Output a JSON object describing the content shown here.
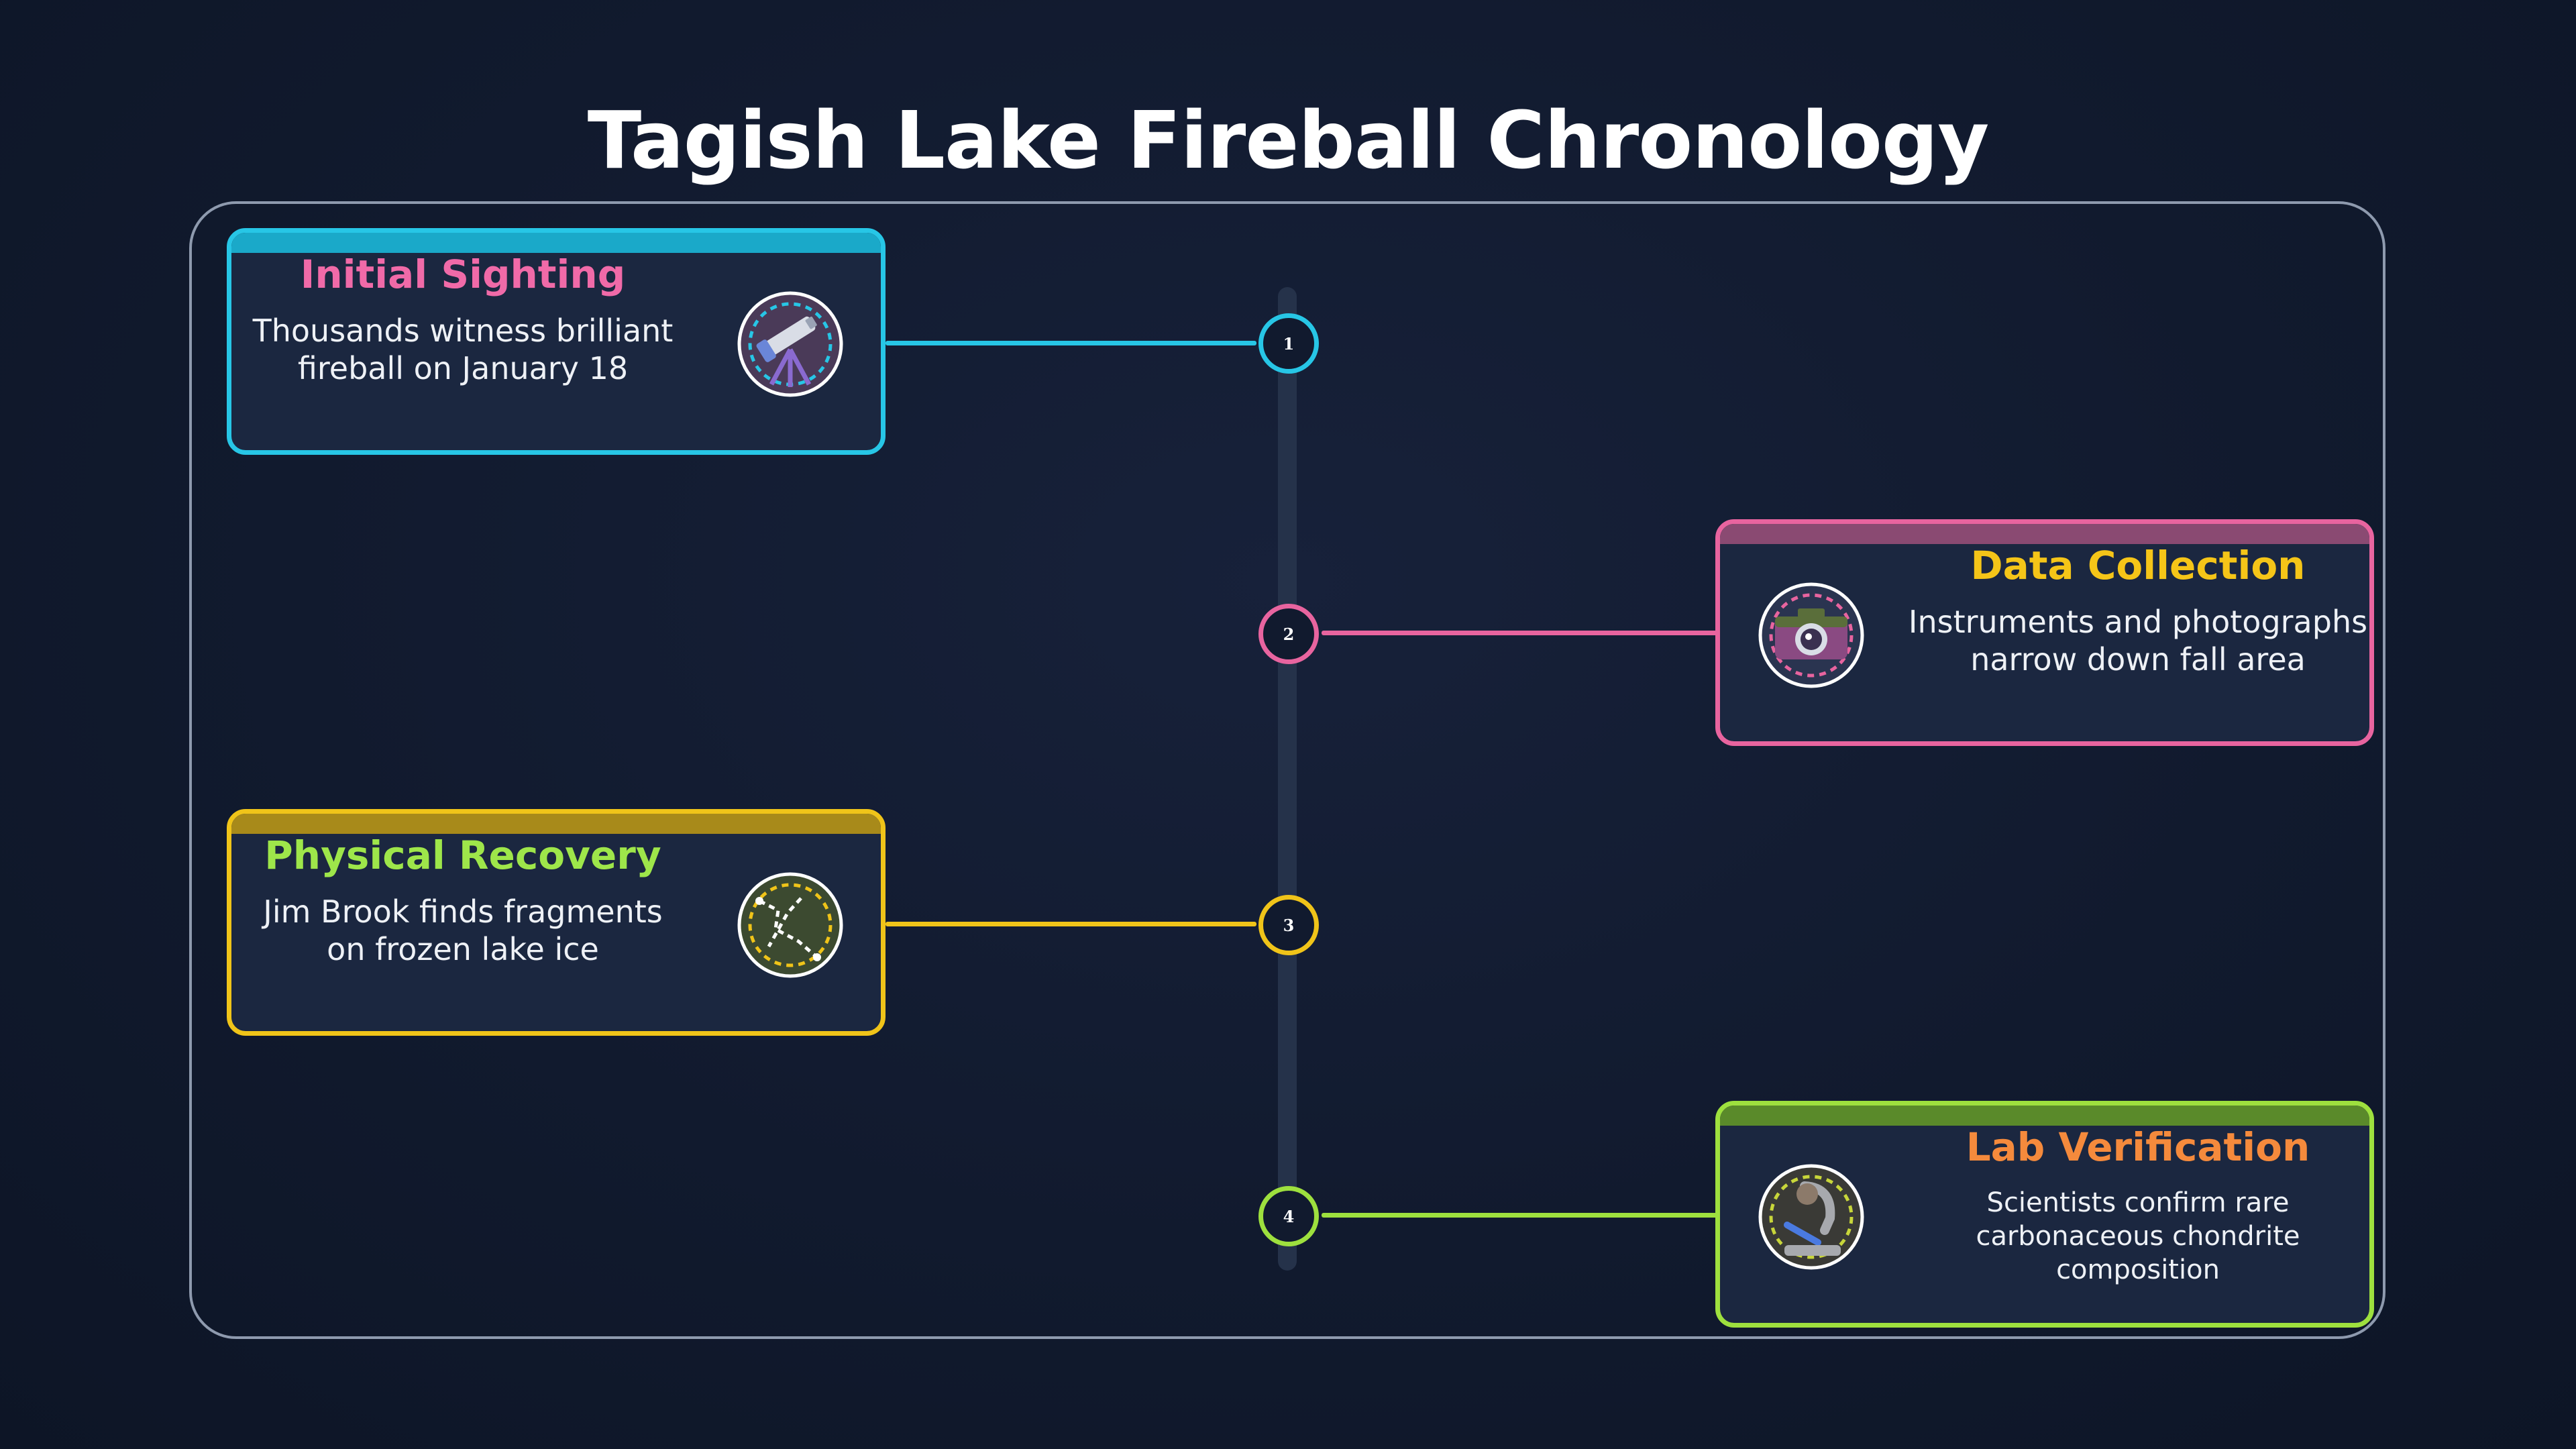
{
  "title": "Tagish Lake Fireball Chronology",
  "events": [
    {
      "number": "1",
      "heading": "Initial Sighting",
      "description_lines": [
        "Thousands witness brilliant",
        "fireball on January 18"
      ],
      "icon": "telescope-icon",
      "border_color": "#27c6e6",
      "heading_color": "#f06aa8"
    },
    {
      "number": "2",
      "heading": "Data Collection",
      "description_lines": [
        "Instruments and photographs",
        "narrow down fall area"
      ],
      "icon": "camera-icon",
      "border_color": "#e8649f",
      "heading_color": "#f5c518"
    },
    {
      "number": "3",
      "heading": "Physical Recovery",
      "description_lines": [
        "Jim Brook finds fragments",
        "on frozen lake ice"
      ],
      "icon": "map-route-icon",
      "border_color": "#f0c419",
      "heading_color": "#9ee64a"
    },
    {
      "number": "4",
      "heading": "Lab Verification",
      "description_lines": [
        "Scientists confirm rare",
        "carbonaceous chondrite composition"
      ],
      "icon": "microscope-icon",
      "border_color": "#9ee03e",
      "heading_color": "#f58a3c"
    }
  ]
}
